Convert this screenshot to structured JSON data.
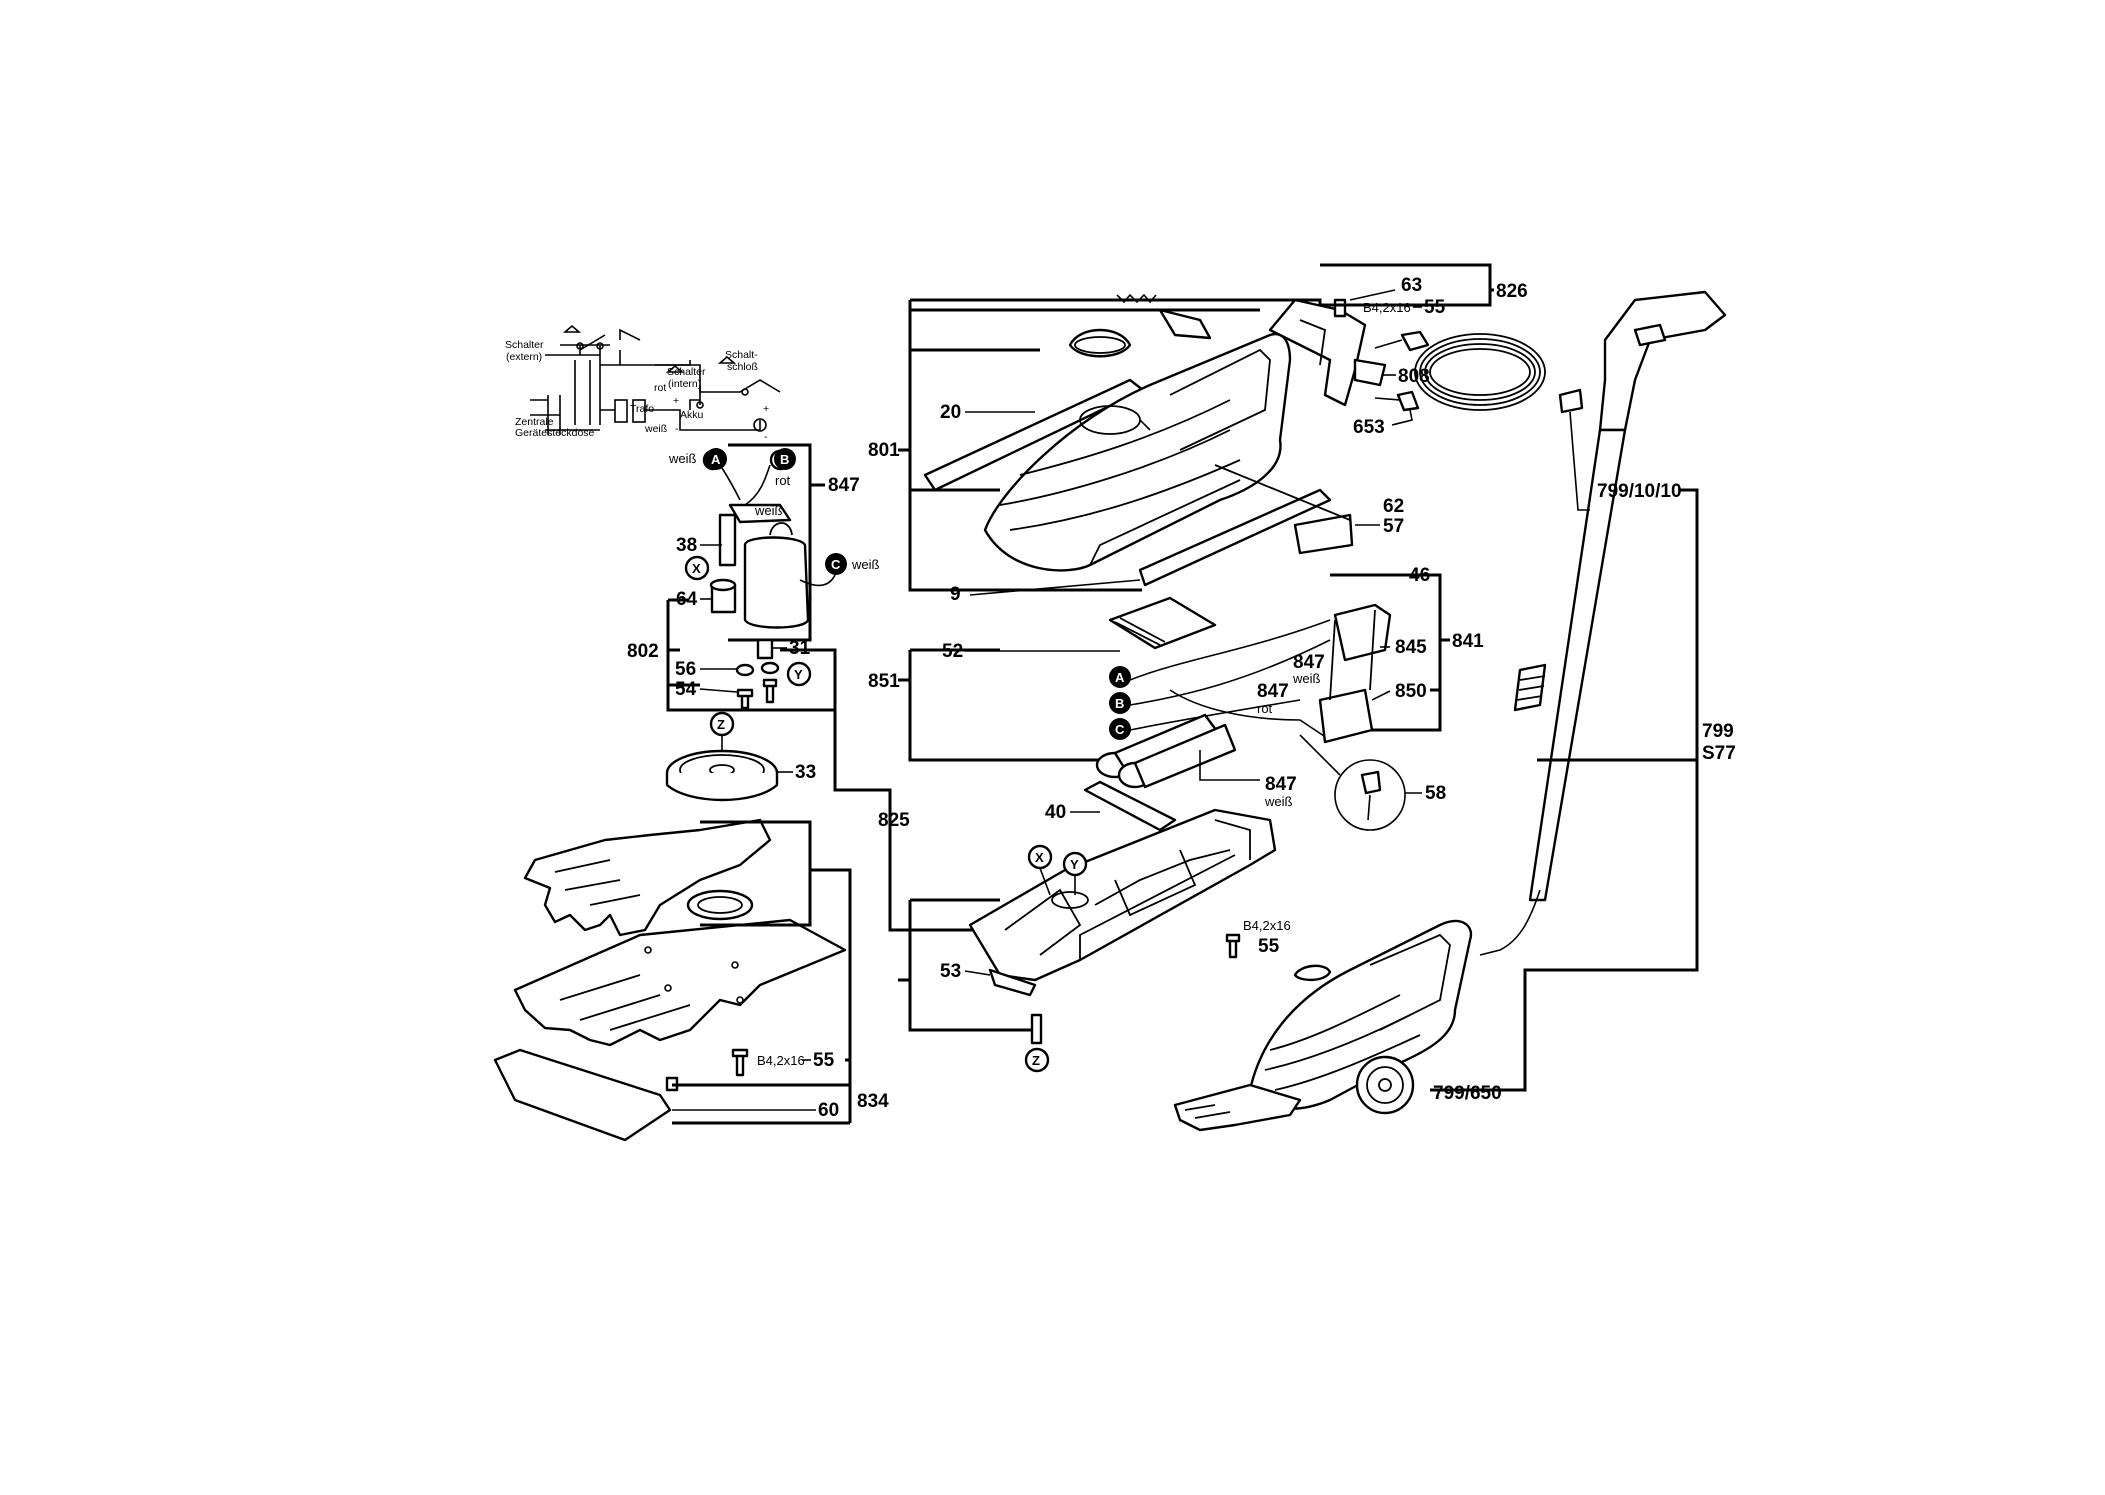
{
  "parts": {
    "p801": "801",
    "p20": "20",
    "p9": "9",
    "p62": "62",
    "p57": "57",
    "p826": "826",
    "p63": "63",
    "p55a": "55",
    "p808": "808",
    "p653": "653",
    "screw1": "B4,2x16",
    "screw2": "B4,2x16",
    "screw3": "B4,2x16",
    "p847a": "847",
    "p38": "38",
    "p64": "64",
    "p802": "802",
    "p56": "56",
    "p54": "54",
    "p31": "31",
    "p33": "33",
    "p825": "825",
    "p55b": "55",
    "p60": "60",
    "p834": "834",
    "p52": "52",
    "p851": "851",
    "p46": "46",
    "p841": "841",
    "p845": "845",
    "p847b": "847",
    "p847c": "847",
    "p847d": "847",
    "p850": "850",
    "p58": "58",
    "p40": "40",
    "p53": "53",
    "p55c": "55",
    "p799_10_10": "799/10/10",
    "p799": "799",
    "s77": "S77",
    "p799_650": "799/650"
  },
  "wire_labels": {
    "weiss1": "weiß",
    "rot1": "rot",
    "weiss2": "weiß",
    "weiss3": "weiß",
    "weiss4": "weiß",
    "rot2": "rot",
    "weiss5": "weiß"
  },
  "markers": {
    "A1": "A",
    "B1": "B",
    "C1": "C",
    "X1": "X",
    "Y1": "Y",
    "Z1": "Z",
    "A2": "A",
    "B2": "B",
    "C2": "C",
    "X2": "X",
    "Y2": "Y",
    "Z2": "Z"
  },
  "schematic": {
    "schalter_extern_1": "Schalter",
    "schalter_extern_2": "(extern)",
    "schalter_intern_1": "Schalter",
    "schalter_intern_2": "(intern)",
    "schaltschloss_1": "Schalt-",
    "schaltschloss_2": "schloß",
    "rot": "rot",
    "trafo": "Trafo",
    "akku": "Akku",
    "weiss": "weiß",
    "zentrale_1": "Zentrale",
    "zentrale_2": "Gerätesteckdose",
    "plus": "+",
    "minus": "-"
  }
}
